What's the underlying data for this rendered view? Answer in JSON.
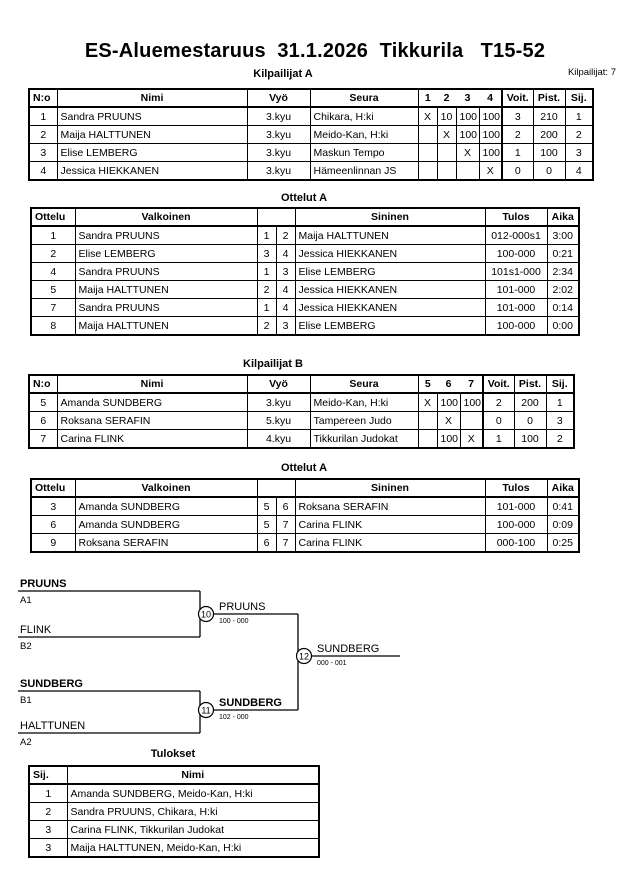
{
  "header": {
    "title": "ES-Aluemestaruus  31.1.2026  Tikkurila   T15-52",
    "entrants": "Kilpailijat: 7"
  },
  "pool_a": {
    "caption": "Kilpailijat A",
    "headers": {
      "no": "N:o",
      "name": "Nimi",
      "belt": "Vyö",
      "club": "Seura",
      "rounds": [
        "1",
        "2",
        "3",
        "4"
      ],
      "wins": "Voit.",
      "points": "Pist.",
      "rank": "Sij."
    },
    "rows": [
      {
        "no": "1",
        "name": "Sandra PRUUNS",
        "belt": "3.kyu",
        "club": "Chikara, H:ki",
        "cells": [
          "X",
          "10",
          "100",
          "100"
        ],
        "wins": "3",
        "points": "210",
        "rank": "1"
      },
      {
        "no": "2",
        "name": "Maija HALTTUNEN",
        "belt": "3.kyu",
        "club": "Meido-Kan, H:ki",
        "cells": [
          "",
          "X",
          "100",
          "100"
        ],
        "wins": "2",
        "points": "200",
        "rank": "2"
      },
      {
        "no": "3",
        "name": "Elise LEMBERG",
        "belt": "3.kyu",
        "club": "Maskun Tempo",
        "cells": [
          "",
          "",
          "X",
          "100"
        ],
        "wins": "1",
        "points": "100",
        "rank": "3"
      },
      {
        "no": "4",
        "name": "Jessica HIEKKANEN",
        "belt": "3.kyu",
        "club": "Hämeenlinnan JS",
        "cells": [
          "",
          "",
          "",
          "X"
        ],
        "wins": "0",
        "points": "0",
        "rank": "4"
      }
    ]
  },
  "matches_a": {
    "caption": "Ottelut A",
    "headers": {
      "match": "Ottelu",
      "white": "Valkoinen",
      "blue": "Sininen",
      "result": "Tulos",
      "time": "Aika"
    },
    "rows": [
      {
        "match": "1",
        "white": "Sandra PRUUNS",
        "white_bold": true,
        "wno": "1",
        "bno": "2",
        "blue": "Maija HALTTUNEN",
        "blue_bold": false,
        "result": "012-000s1",
        "time": "3:00"
      },
      {
        "match": "2",
        "white": "Elise LEMBERG",
        "white_bold": true,
        "wno": "3",
        "bno": "4",
        "blue": "Jessica HIEKKANEN",
        "blue_bold": false,
        "result": "100-000",
        "time": "0:21"
      },
      {
        "match": "4",
        "white": "Sandra PRUUNS",
        "white_bold": true,
        "wno": "1",
        "bno": "3",
        "blue": "Elise LEMBERG",
        "blue_bold": false,
        "result": "101s1-000",
        "time": "2:34"
      },
      {
        "match": "5",
        "white": "Maija HALTTUNEN",
        "white_bold": true,
        "wno": "2",
        "bno": "4",
        "blue": "Jessica HIEKKANEN",
        "blue_bold": false,
        "result": "101-000",
        "time": "2:02"
      },
      {
        "match": "7",
        "white": "Sandra PRUUNS",
        "white_bold": true,
        "wno": "1",
        "bno": "4",
        "blue": "Jessica HIEKKANEN",
        "blue_bold": false,
        "result": "101-000",
        "time": "0:14"
      },
      {
        "match": "8",
        "white": "Maija HALTTUNEN",
        "white_bold": true,
        "wno": "2",
        "bno": "3",
        "blue": "Elise LEMBERG",
        "blue_bold": false,
        "result": "100-000",
        "time": "0:00"
      }
    ]
  },
  "pool_b": {
    "caption": "Kilpailijat B",
    "headers": {
      "no": "N:o",
      "name": "Nimi",
      "belt": "Vyö",
      "club": "Seura",
      "rounds": [
        "5",
        "6",
        "7"
      ],
      "wins": "Voit.",
      "points": "Pist.",
      "rank": "Sij."
    },
    "rows": [
      {
        "no": "5",
        "name": "Amanda SUNDBERG",
        "belt": "3.kyu",
        "club": "Meido-Kan, H:ki",
        "cells": [
          "X",
          "100",
          "100"
        ],
        "wins": "2",
        "points": "200",
        "rank": "1"
      },
      {
        "no": "6",
        "name": "Roksana SERAFIN",
        "belt": "5.kyu",
        "club": "Tampereen Judo",
        "cells": [
          "",
          "X",
          ""
        ],
        "wins": "0",
        "points": "0",
        "rank": "3"
      },
      {
        "no": "7",
        "name": "Carina FLINK",
        "belt": "4.kyu",
        "club": "Tikkurilan Judokat",
        "cells": [
          "",
          "100",
          "X"
        ],
        "wins": "1",
        "points": "100",
        "rank": "2"
      }
    ]
  },
  "matches_b": {
    "caption": "Ottelut A",
    "headers": {
      "match": "Ottelu",
      "white": "Valkoinen",
      "blue": "Sininen",
      "result": "Tulos",
      "time": "Aika"
    },
    "rows": [
      {
        "match": "3",
        "white": "Amanda SUNDBERG",
        "white_bold": true,
        "wno": "5",
        "bno": "6",
        "blue": "Roksana SERAFIN",
        "blue_bold": false,
        "result": "101-000",
        "time": "0:41"
      },
      {
        "match": "6",
        "white": "Amanda SUNDBERG",
        "white_bold": true,
        "wno": "5",
        "bno": "7",
        "blue": "Carina FLINK",
        "blue_bold": false,
        "result": "100-000",
        "time": "0:09"
      },
      {
        "match": "9",
        "white": "Roksana SERAFIN",
        "white_bold": false,
        "wno": "6",
        "bno": "7",
        "blue": "Carina FLINK",
        "blue_bold": true,
        "result": "000-100",
        "time": "0:25"
      }
    ]
  },
  "bracket": {
    "entries": [
      {
        "name": "PRUUNS",
        "seed": "A1",
        "bold": true
      },
      {
        "name": "FLINK",
        "seed": "B2",
        "bold": false
      },
      {
        "name": "SUNDBERG",
        "seed": "B1",
        "bold": true
      },
      {
        "name": "HALTTUNEN",
        "seed": "A2",
        "bold": false
      }
    ],
    "semifinal_top": {
      "number": "10",
      "winner": "PRUUNS",
      "score": "100 - 000",
      "bold": false
    },
    "semifinal_bottom": {
      "number": "11",
      "winner": "SUNDBERG",
      "score": "102 - 000",
      "bold": true
    },
    "final": {
      "number": "12",
      "winner": "SUNDBERG",
      "score": "000 - 001",
      "bold": false
    }
  },
  "results": {
    "caption": "Tulokset",
    "headers": {
      "rank": "Sij.",
      "name": "Nimi"
    },
    "rows": [
      {
        "rank": "1",
        "name": "Amanda SUNDBERG, Meido-Kan, H:ki"
      },
      {
        "rank": "2",
        "name": "Sandra PRUUNS, Chikara, H:ki"
      },
      {
        "rank": "3",
        "name": "Carina FLINK, Tikkurilan Judokat"
      },
      {
        "rank": "3",
        "name": "Maija HALTTUNEN, Meido-Kan, H:ki"
      }
    ]
  }
}
